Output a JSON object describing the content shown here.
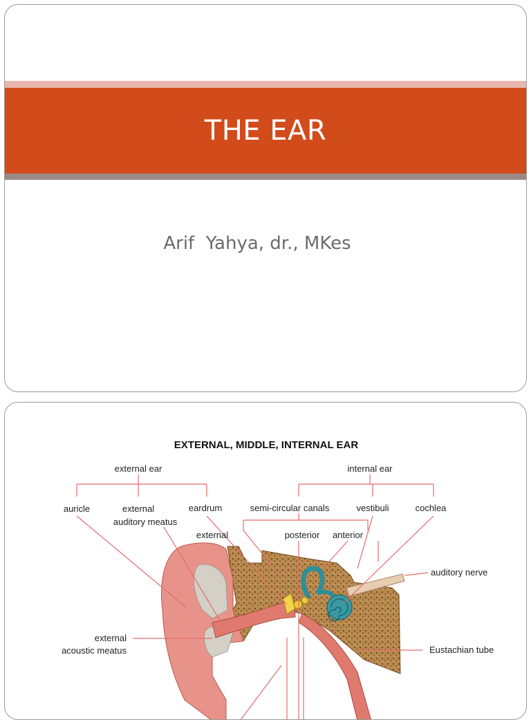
{
  "slide1": {
    "title": "THE EAR",
    "author": "Arif  Yahya, dr., MKes",
    "colors": {
      "accent": "#d14b1b",
      "band_light": "#e8b6ad",
      "band_dark": "#9a8a86"
    }
  },
  "slide2": {
    "diagram_title": "EXTERNAL, MIDDLE, INTERNAL EAR",
    "labels": {
      "external_ear": "external ear",
      "internal_ear": "internal ear",
      "auricle": "auricle",
      "external_auditory_meatus_1": "external",
      "external_auditory_meatus_2": "auditory meatus",
      "eardrum": "eardrum",
      "semi_circular_canals": "semi-circular canals",
      "vestibuli": "vestibuli",
      "cochlea": "cochlea",
      "external_canal": "external",
      "posterior": "posterior",
      "anterior": "anterior",
      "auditory_nerve": "auditory nerve",
      "external_acoustic_meatus_1": "external",
      "external_acoustic_meatus_2": "acoustic meatus",
      "eustachian_tube": "Eustachian tube"
    }
  }
}
